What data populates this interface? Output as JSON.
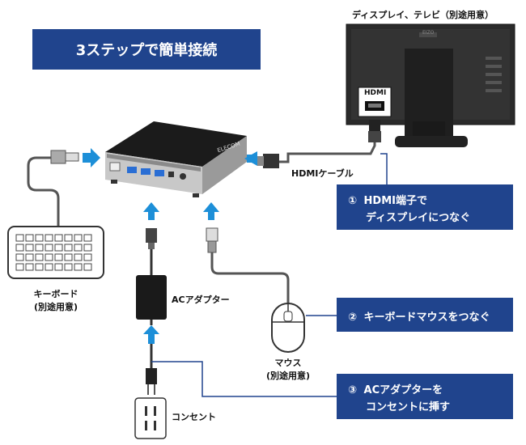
{
  "title": "3ステップで簡単接続",
  "monitor": {
    "label": "ディスプレイ、テレビ（別途用意）",
    "port_label": "HDMI",
    "brand": "EIZO"
  },
  "device": {
    "brand": "ELECOM"
  },
  "cables": {
    "hdmi_label": "HDMIケーブル"
  },
  "keyboard": {
    "label_line1": "キーボード",
    "label_line2": "(別途用意)"
  },
  "adapter": {
    "label": "ACアダプター"
  },
  "mouse": {
    "label_line1": "マウス",
    "label_line2": "(別途用意)"
  },
  "outlet": {
    "label": "コンセント"
  },
  "steps": [
    {
      "num": "①",
      "line1": "HDMI端子で",
      "line2": "ディスプレイにつなぐ"
    },
    {
      "num": "②",
      "line1": "キーボードマウスをつなぐ",
      "line2": ""
    },
    {
      "num": "③",
      "line1": "ACアダプターを",
      "line2": "コンセントに挿す"
    }
  ],
  "colors": {
    "step_bg": "#20448d",
    "arrow": "#1d8fd8",
    "leader": "#20448d",
    "cable": "#555555"
  }
}
